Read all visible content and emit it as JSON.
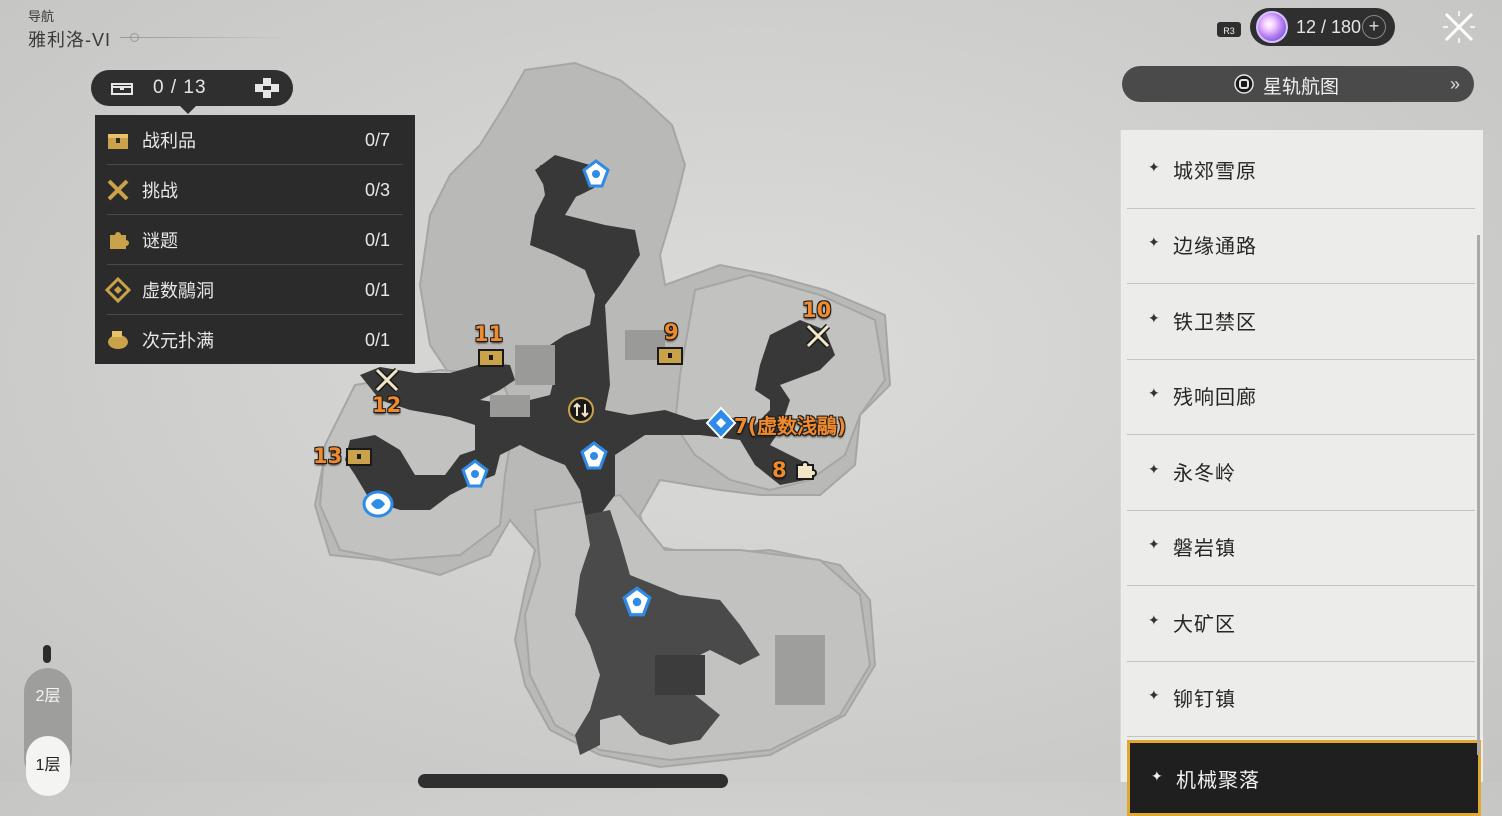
{
  "nav": {
    "label": "导航",
    "region": "雅利洛-VI"
  },
  "collectibles": {
    "summary": "0 / 13",
    "items": [
      {
        "name": "战利品",
        "value": "0/7",
        "icon": "treasure-chest-icon"
      },
      {
        "name": "挑战",
        "value": "0/3",
        "icon": "crossed-swords-icon"
      },
      {
        "name": "谜题",
        "value": "0/1",
        "icon": "puzzle-icon"
      },
      {
        "name": "虚数鷊洞",
        "value": "0/1",
        "icon": "imaginary-cave-icon"
      },
      {
        "name": "次元扑满",
        "value": "0/1",
        "icon": "dimension-piggybank-icon"
      }
    ]
  },
  "map_markers": {
    "m7": "7(虚数浅鷊)",
    "m8": "8",
    "m9": "9",
    "m10": "10",
    "m11": "11",
    "m12": "12",
    "m13": "13"
  },
  "top_right": {
    "button_badge": "R3",
    "fuel": "12 / 180",
    "plus": "+",
    "close_icon": "close-icon"
  },
  "star_rail_map": {
    "label": "星轨航图",
    "arrow": "»"
  },
  "locations": [
    "城郊雪原",
    "边缘通路",
    "铁卫禁区",
    "残响回廊",
    "永冬岭",
    "磐岩镇",
    "大矿区",
    "铆钉镇",
    "机械聚落"
  ],
  "selected_location_index": 8,
  "floors": {
    "upper": "2层",
    "lower": "1层",
    "current": "1层"
  },
  "colors": {
    "accent_orange": "#f08a2c",
    "selected_border": "#e0a830",
    "panel_dark": "#2b2b2b",
    "marker_blue": "#2f8be8"
  }
}
